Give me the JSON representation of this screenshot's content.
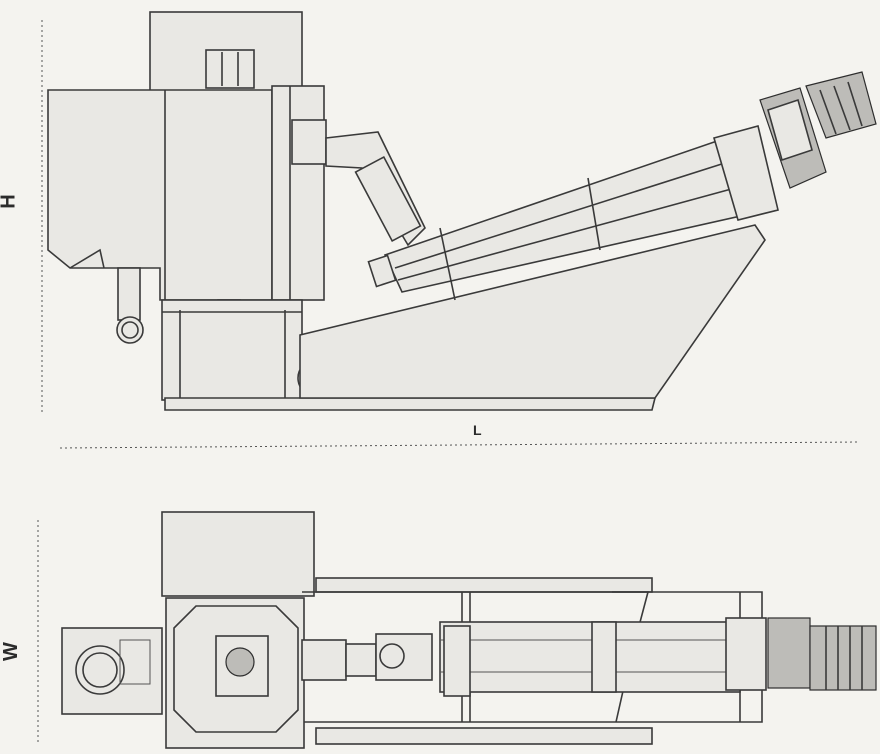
{
  "dimension_labels": {
    "height": "H",
    "length": "L",
    "width": "W"
  },
  "colors": {
    "paper": "#f4f3ef",
    "line": "#3a3a3a"
  }
}
